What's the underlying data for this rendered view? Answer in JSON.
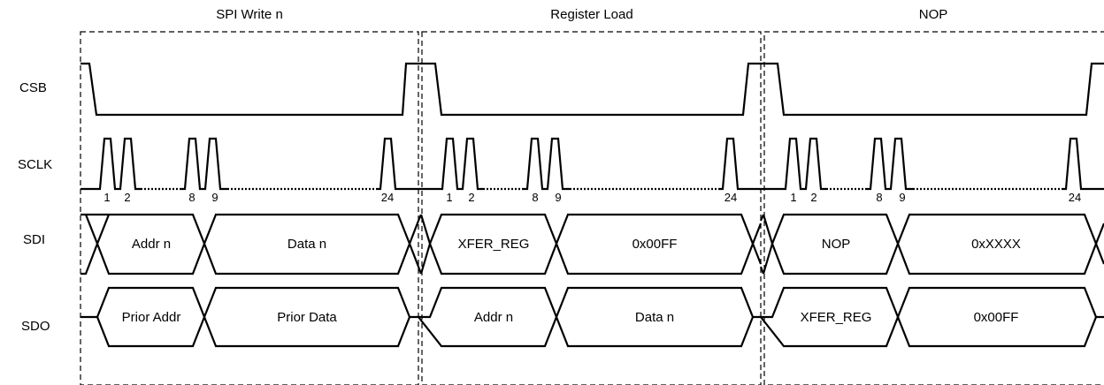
{
  "sections": [
    {
      "title": "SPI Write n",
      "pulse_labels": [
        "1",
        "2",
        "8",
        "9",
        "24"
      ],
      "sdi": [
        "Addr n",
        "Data n"
      ],
      "sdo": [
        "Prior Addr",
        "Prior Data"
      ]
    },
    {
      "title": "Register Load",
      "pulse_labels": [
        "1",
        "2",
        "8",
        "9",
        "24"
      ],
      "sdi": [
        "XFER_REG",
        "0x00FF"
      ],
      "sdo": [
        "Addr n",
        "Data n"
      ]
    },
    {
      "title": "NOP",
      "pulse_labels": [
        "1",
        "2",
        "8",
        "9",
        "24"
      ],
      "sdi": [
        "NOP",
        "0xXXXX"
      ],
      "sdo": [
        "XFER_REG",
        "0x00FF"
      ]
    }
  ],
  "signals": [
    "CSB",
    "SCLK",
    "SDI",
    "SDO"
  ]
}
